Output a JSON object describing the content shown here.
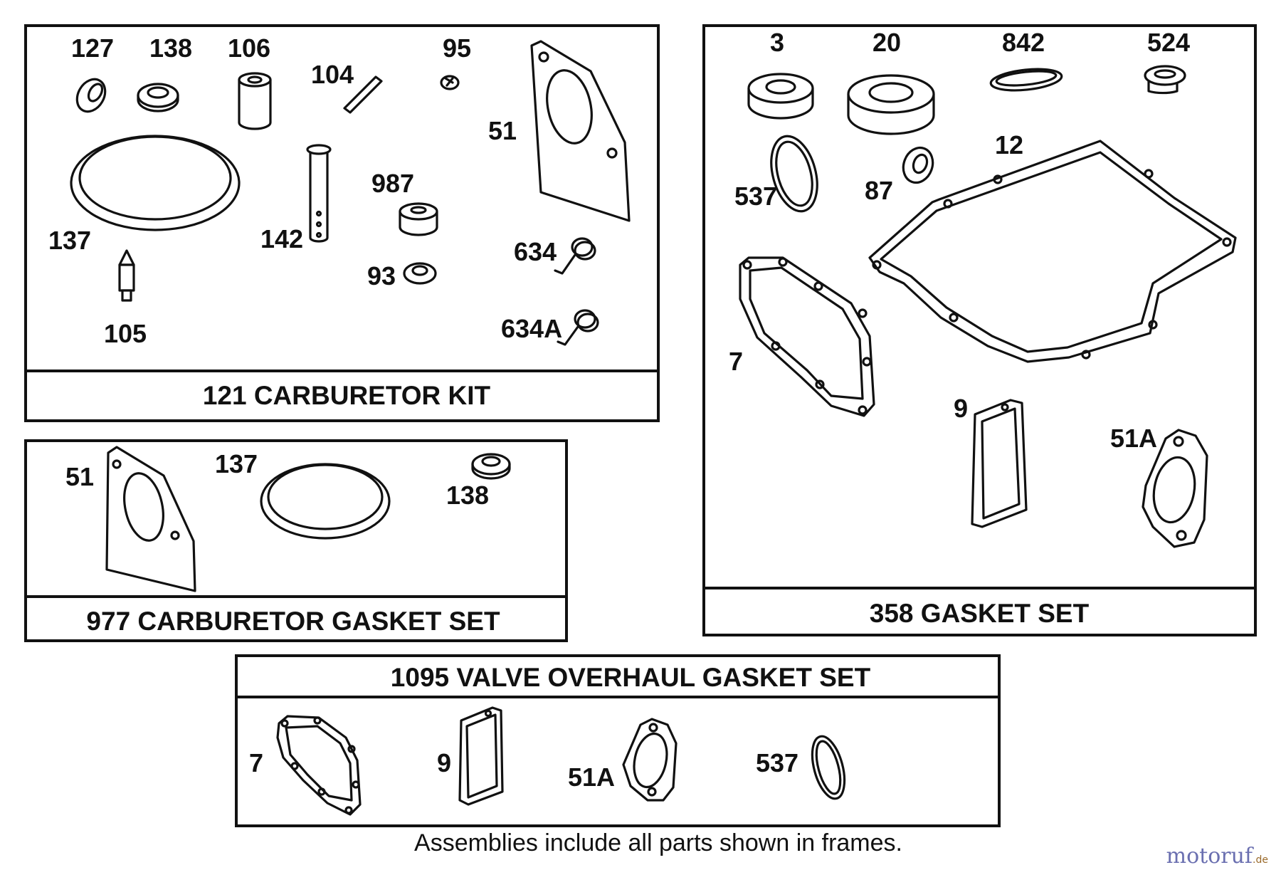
{
  "frames": {
    "carburetor_kit": {
      "title": "121 CARBURETOR KIT",
      "parts": [
        "127",
        "138",
        "106",
        "104",
        "95",
        "51",
        "137",
        "142",
        "987",
        "634",
        "93",
        "105",
        "634A"
      ]
    },
    "carburetor_gasket_set": {
      "title": "977 CARBURETOR GASKET SET",
      "parts": [
        "51",
        "137",
        "138"
      ]
    },
    "gasket_set": {
      "title": "358 GASKET SET",
      "parts": [
        "3",
        "20",
        "842",
        "524",
        "12",
        "537",
        "87",
        "7",
        "9",
        "51A"
      ]
    },
    "valve_overhaul": {
      "title": "1095 VALVE OVERHAUL GASKET SET",
      "parts": [
        "7",
        "9",
        "51A",
        "537"
      ]
    }
  },
  "footer": "Assemblies include all parts shown in frames.",
  "watermark": {
    "main": "motoruf",
    "suffix": ".de",
    "main_color": "#6a6fb0",
    "suffix_color": "#9a6a2a"
  }
}
